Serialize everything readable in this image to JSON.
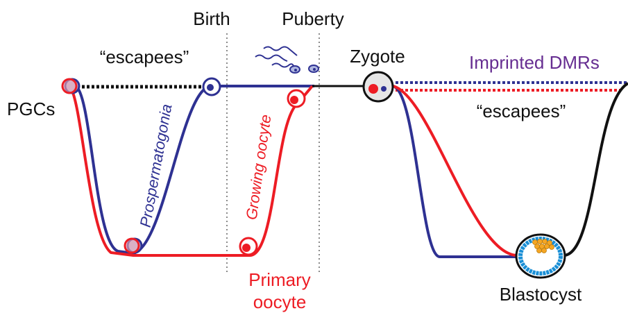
{
  "labels": {
    "birth": "Birth",
    "puberty": "Puberty",
    "escapees_left": "“escapees”",
    "zygote": "Zygote",
    "imprinted_dmrs": "Imprinted DMRs",
    "pgcs": "PGCs",
    "escapees_right": "“escapees”",
    "prospermatogonia": "Prospermatogonia",
    "growing_oocyte": "Growing oocyte",
    "primary_oocyte_line1": "Primary",
    "primary_oocyte_line2": "oocyte",
    "blastocyst": "Blastocyst"
  },
  "colors": {
    "paternal": "#2e3192",
    "maternal": "#ed1c24",
    "combined": "#111111",
    "imprinted": "#662d91",
    "blastocyst_ring": "#1a8fd6",
    "icm": "#f5a623",
    "divider": "#8a8a8a"
  }
}
